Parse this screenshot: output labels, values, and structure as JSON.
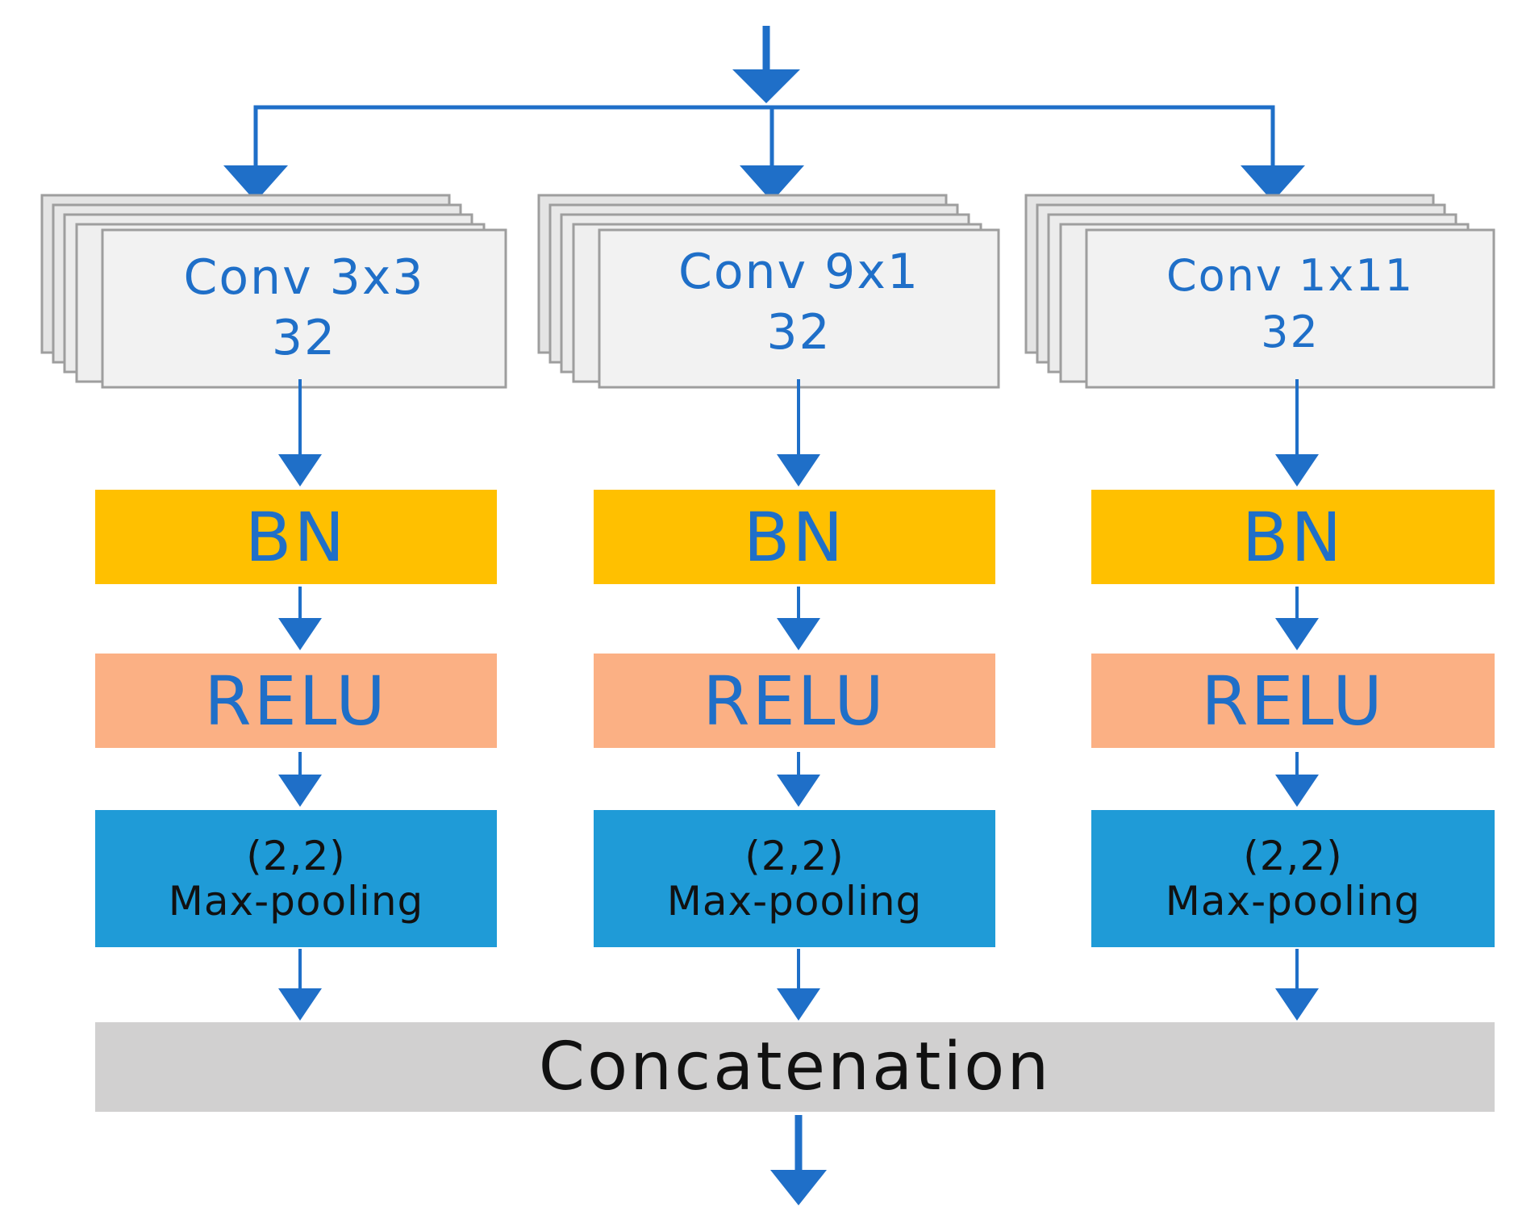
{
  "colors": {
    "arrow": "#1F6FC8",
    "conv_fill": "#F2F2F2",
    "conv_border": "#9E9E9E",
    "bn_fill": "#FFC000",
    "relu_fill": "#FBB084",
    "pool_fill": "#1F9BD7",
    "concat_fill": "#D1D0D0"
  },
  "branches": [
    {
      "conv": {
        "line1": "Conv 3x3",
        "line2": "32"
      },
      "bn": "BN",
      "relu": "RELU",
      "pool": {
        "line1": "(2,2)",
        "line2": "Max-pooling"
      }
    },
    {
      "conv": {
        "line1": "Conv 9x1",
        "line2": "32"
      },
      "bn": "BN",
      "relu": "RELU",
      "pool": {
        "line1": "(2,2)",
        "line2": "Max-pooling"
      }
    },
    {
      "conv": {
        "line1": "Conv 1x11",
        "line2": "32"
      },
      "bn": "BN",
      "relu": "RELU",
      "pool": {
        "line1": "(2,2)",
        "line2": "Max-pooling"
      }
    }
  ],
  "concat": "Concatenation"
}
